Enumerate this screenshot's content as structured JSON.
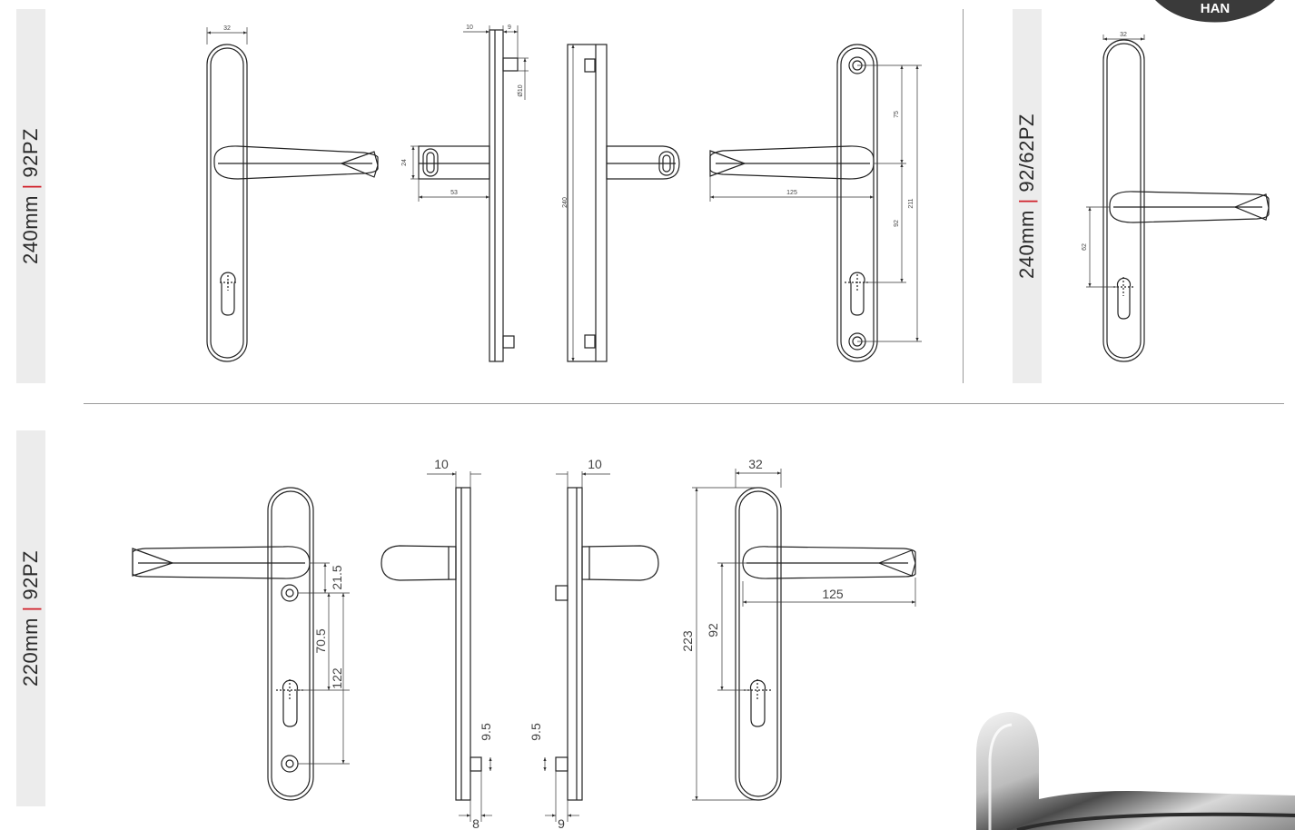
{
  "bands": [
    {
      "size": "240mm",
      "sep": "|",
      "spec": "92PZ"
    },
    {
      "size": "240mm",
      "sep": "|",
      "spec": "92/62PZ"
    },
    {
      "size": "220mm",
      "sep": "|",
      "spec": "92PZ"
    }
  ],
  "logo_text": "HAN",
  "dims": {
    "d32a": "32",
    "d10a": "10",
    "d9a": "9",
    "dphi10": "Ø10",
    "d24": "24",
    "d53": "53",
    "d240": "240",
    "d125a": "125",
    "d75": "75",
    "d211": "211",
    "d92a": "92",
    "d32b": "32",
    "d62": "62",
    "d21_5": "21.5",
    "d70_5": "70.5",
    "d122": "122",
    "d10b": "10",
    "d10c": "10",
    "d9_5a": "9.5",
    "d9_5b": "9.5",
    "d8": "8",
    "d9b": "9",
    "d32c": "32",
    "d223": "223",
    "d92b": "92",
    "d125b": "125"
  },
  "colors": {
    "accent": "#d0202a",
    "line": "#222222",
    "band": "#ececec"
  }
}
